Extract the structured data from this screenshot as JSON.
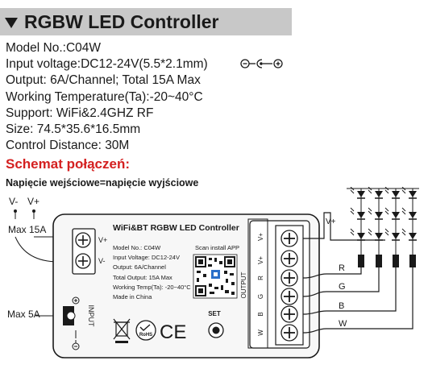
{
  "header": {
    "title": "RGBW LED Controller"
  },
  "specs": [
    "Model No.:C04W",
    "Input voltage:DC12-24V(5.5*2.1mm)",
    "Output: 6A/Channel; Total 15A Max",
    "Working Temperature(Ta):-20~40°C",
    "Support: WiFi&2.4GHZ RF",
    "Size: 74.5*35.6*16.5mm",
    "Control Distance: 30M"
  ],
  "schema": {
    "title": "Schemat połączeń:",
    "subtitle": "Napięcie wejściowe=napięcie wyjściowe"
  },
  "diagram": {
    "input_minus": "V-",
    "input_plus": "V+",
    "max_15a": "Max 15A",
    "max_5a": "Max 5A",
    "left_vplus": "V+",
    "left_vminus": "V-",
    "device_title": "WiFi&BT RGBW LED Controller",
    "device_specs": [
      "Model No.: C04W",
      "Input Voltage: DC12-24V",
      "Output: 6A/Channel",
      "Total Output: 15A Max",
      "Working Temp(Ta): -20~40°C",
      "Made in China"
    ],
    "scan_label": "Scan install APP",
    "set_label": "SET",
    "input_label": "INPUT",
    "output_label": "OUTPUT",
    "rohs_label": "RoHS",
    "ce_label": "CE",
    "terminals": [
      "V+",
      "V+",
      "R",
      "G",
      "B",
      "W"
    ],
    "strip_vplus": "V+",
    "wire_labels": [
      "R",
      "G",
      "B",
      "W"
    ]
  }
}
